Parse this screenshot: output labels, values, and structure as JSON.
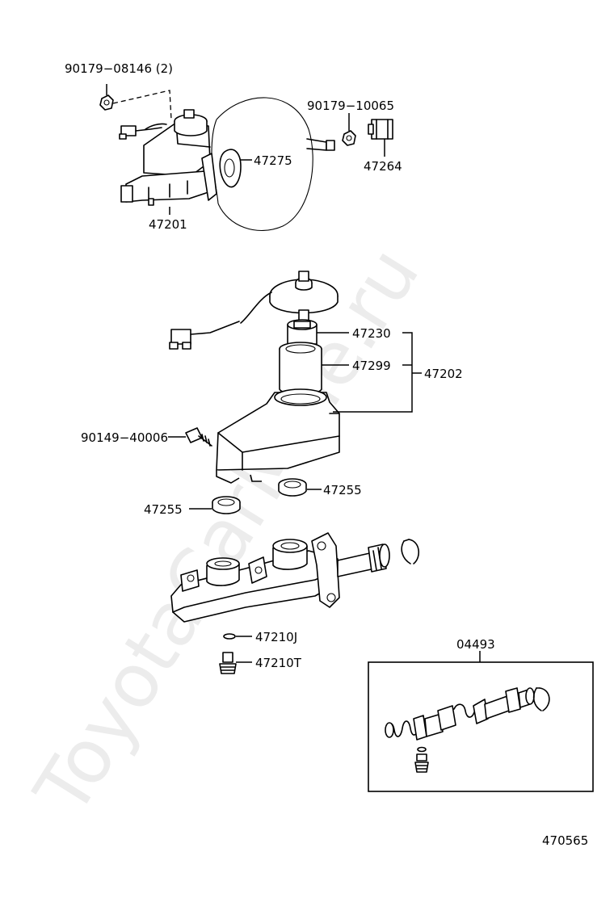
{
  "watermark": "ToyotaCarMine.ru",
  "labels": {
    "p90179_08146": "90179−08146 (2)",
    "p90179_10065": "90179−10065",
    "p47275": "47275",
    "p47264": "47264",
    "p47201": "47201",
    "p47230": "47230",
    "p47299": "47299",
    "p47202": "47202",
    "p90149_40006": "90149−40006",
    "p47255_right": "47255",
    "p47255_left": "47255",
    "p47210J": "47210J",
    "p47210T": "47210T",
    "p04493": "04493",
    "figure_number": "470565"
  },
  "icons": [
    "nut-icon",
    "connector-icon",
    "gasket-icon",
    "clip-icon",
    "bolt-icon",
    "grommet-icon",
    "snap-ring-icon",
    "bleeder-plug-icon"
  ]
}
